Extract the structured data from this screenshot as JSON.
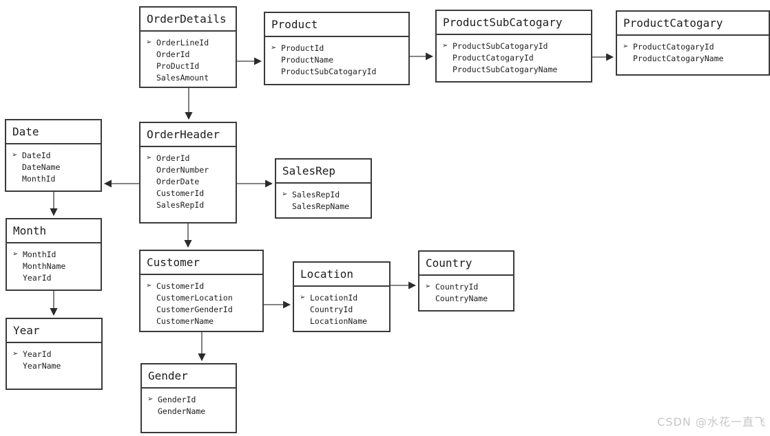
{
  "diagram": {
    "tables": [
      {
        "name": "OrderDetails",
        "fields": [
          {
            "name": "OrderLineId",
            "pk": true
          },
          {
            "name": "OrderId",
            "pk": false
          },
          {
            "name": "ProDuctId",
            "pk": false
          },
          {
            "name": "SalesAmount",
            "pk": false
          }
        ]
      },
      {
        "name": "Product",
        "fields": [
          {
            "name": "ProductId",
            "pk": true
          },
          {
            "name": "ProductName",
            "pk": false
          },
          {
            "name": "ProductSubCatogaryId",
            "pk": false
          }
        ]
      },
      {
        "name": "ProductSubCatogary",
        "fields": [
          {
            "name": "ProductSubCatogaryId",
            "pk": true
          },
          {
            "name": "ProductCatogaryId",
            "pk": false
          },
          {
            "name": "ProductSubCatogaryName",
            "pk": false
          }
        ]
      },
      {
        "name": "ProductCatogary",
        "fields": [
          {
            "name": "ProductCatogaryId",
            "pk": true
          },
          {
            "name": "ProductCatogaryName",
            "pk": false
          }
        ]
      },
      {
        "name": "Date",
        "fields": [
          {
            "name": "DateId",
            "pk": true
          },
          {
            "name": "DateName",
            "pk": false
          },
          {
            "name": "MonthId",
            "pk": false
          }
        ]
      },
      {
        "name": "OrderHeader",
        "fields": [
          {
            "name": "OrderId",
            "pk": true
          },
          {
            "name": "OrderNumber",
            "pk": false
          },
          {
            "name": "OrderDate",
            "pk": false
          },
          {
            "name": "CustomerId",
            "pk": false
          },
          {
            "name": "SalesRepId",
            "pk": false
          }
        ]
      },
      {
        "name": "SalesRep",
        "fields": [
          {
            "name": "SalesRepId",
            "pk": true
          },
          {
            "name": "SalesRepName",
            "pk": false
          }
        ]
      },
      {
        "name": "Month",
        "fields": [
          {
            "name": "MonthId",
            "pk": true
          },
          {
            "name": "MonthName",
            "pk": false
          },
          {
            "name": "YearId",
            "pk": false
          }
        ]
      },
      {
        "name": "Customer",
        "fields": [
          {
            "name": "CustomerId",
            "pk": true
          },
          {
            "name": "CustomerLocation",
            "pk": false
          },
          {
            "name": "CustomerGenderId",
            "pk": false
          },
          {
            "name": "CustomerName",
            "pk": false
          }
        ]
      },
      {
        "name": "Location",
        "fields": [
          {
            "name": "LocationId",
            "pk": true
          },
          {
            "name": "CountryId",
            "pk": false
          },
          {
            "name": "LocationName",
            "pk": false
          }
        ]
      },
      {
        "name": "Country",
        "fields": [
          {
            "name": "CountryId",
            "pk": true
          },
          {
            "name": "CountryName",
            "pk": false
          }
        ]
      },
      {
        "name": "Year",
        "fields": [
          {
            "name": "YearId",
            "pk": true
          },
          {
            "name": "YearName",
            "pk": false
          }
        ]
      },
      {
        "name": "Gender",
        "fields": [
          {
            "name": "GenderId",
            "pk": true
          },
          {
            "name": "GenderName",
            "pk": false
          }
        ]
      }
    ],
    "relations": [
      {
        "from": "OrderDetails",
        "to": "Product"
      },
      {
        "from": "Product",
        "to": "ProductSubCatogary"
      },
      {
        "from": "ProductSubCatogary",
        "to": "ProductCatogary"
      },
      {
        "from": "OrderDetails",
        "to": "OrderHeader"
      },
      {
        "from": "OrderHeader",
        "to": "Date"
      },
      {
        "from": "OrderHeader",
        "to": "SalesRep"
      },
      {
        "from": "Date",
        "to": "Month"
      },
      {
        "from": "Month",
        "to": "Year"
      },
      {
        "from": "OrderHeader",
        "to": "Customer"
      },
      {
        "from": "Customer",
        "to": "Location"
      },
      {
        "from": "Location",
        "to": "Country"
      },
      {
        "from": "Customer",
        "to": "Gender"
      }
    ]
  },
  "icons": {
    "primary_key": "➢"
  },
  "watermark": {
    "text": "CSDN @水花一直飞"
  },
  "colors": {
    "background": "#ffffff",
    "border": "#3a3a3a",
    "text": "#1c1c1c",
    "line": "#3a3a3a",
    "watermark": "#c6c6c6"
  }
}
